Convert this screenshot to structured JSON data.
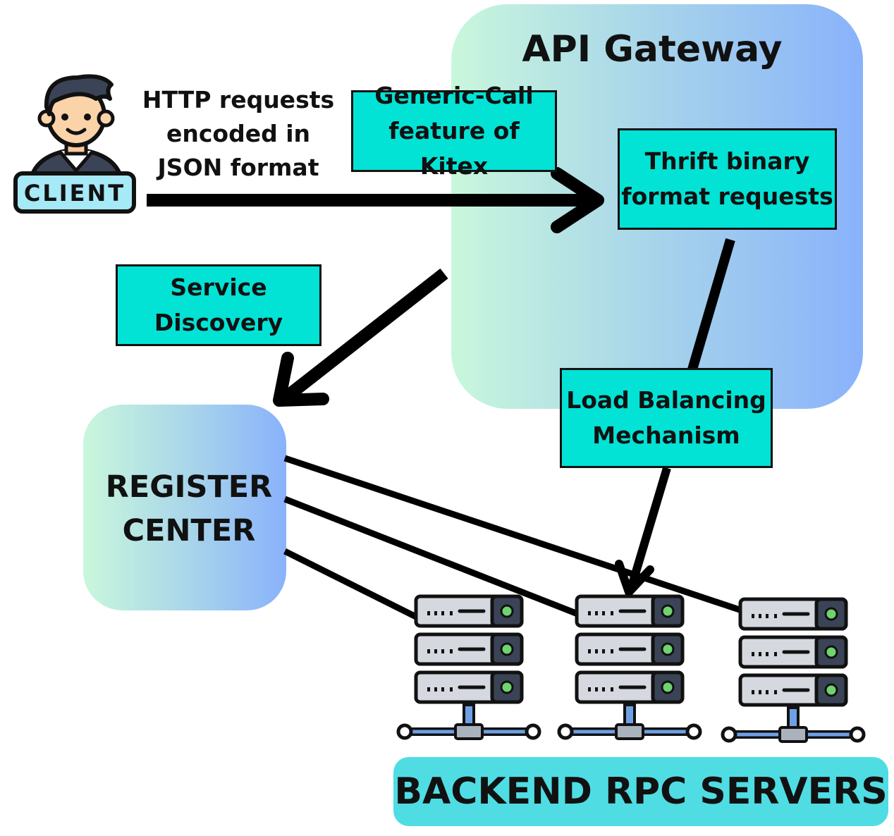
{
  "gateway": {
    "title": "API Gateway"
  },
  "client": {
    "badge": "CLIENT"
  },
  "http_label": {
    "line1": "HTTP requests",
    "line2": "encoded in",
    "line3": "JSON format"
  },
  "generic_call": {
    "line1": "Generic-Call",
    "line2": "feature of Kitex"
  },
  "thrift": {
    "line1": "Thrift binary",
    "line2": "format requests"
  },
  "service_discovery": {
    "line1": "Service",
    "line2": "Discovery"
  },
  "load_balancing": {
    "line1": "Load Balancing",
    "line2": "Mechanism"
  },
  "register_center": {
    "line1": "REGISTER",
    "line2": "CENTER"
  },
  "backend": {
    "label": "BACKEND RPC SERVERS"
  },
  "colors": {
    "label_box": "#02e3d6",
    "backend_bar": "#4fdde3",
    "gradient_start": "#c9f7dc",
    "gradient_end": "#89b2fb"
  },
  "icons": [
    "person-icon",
    "server-rack-icon"
  ]
}
